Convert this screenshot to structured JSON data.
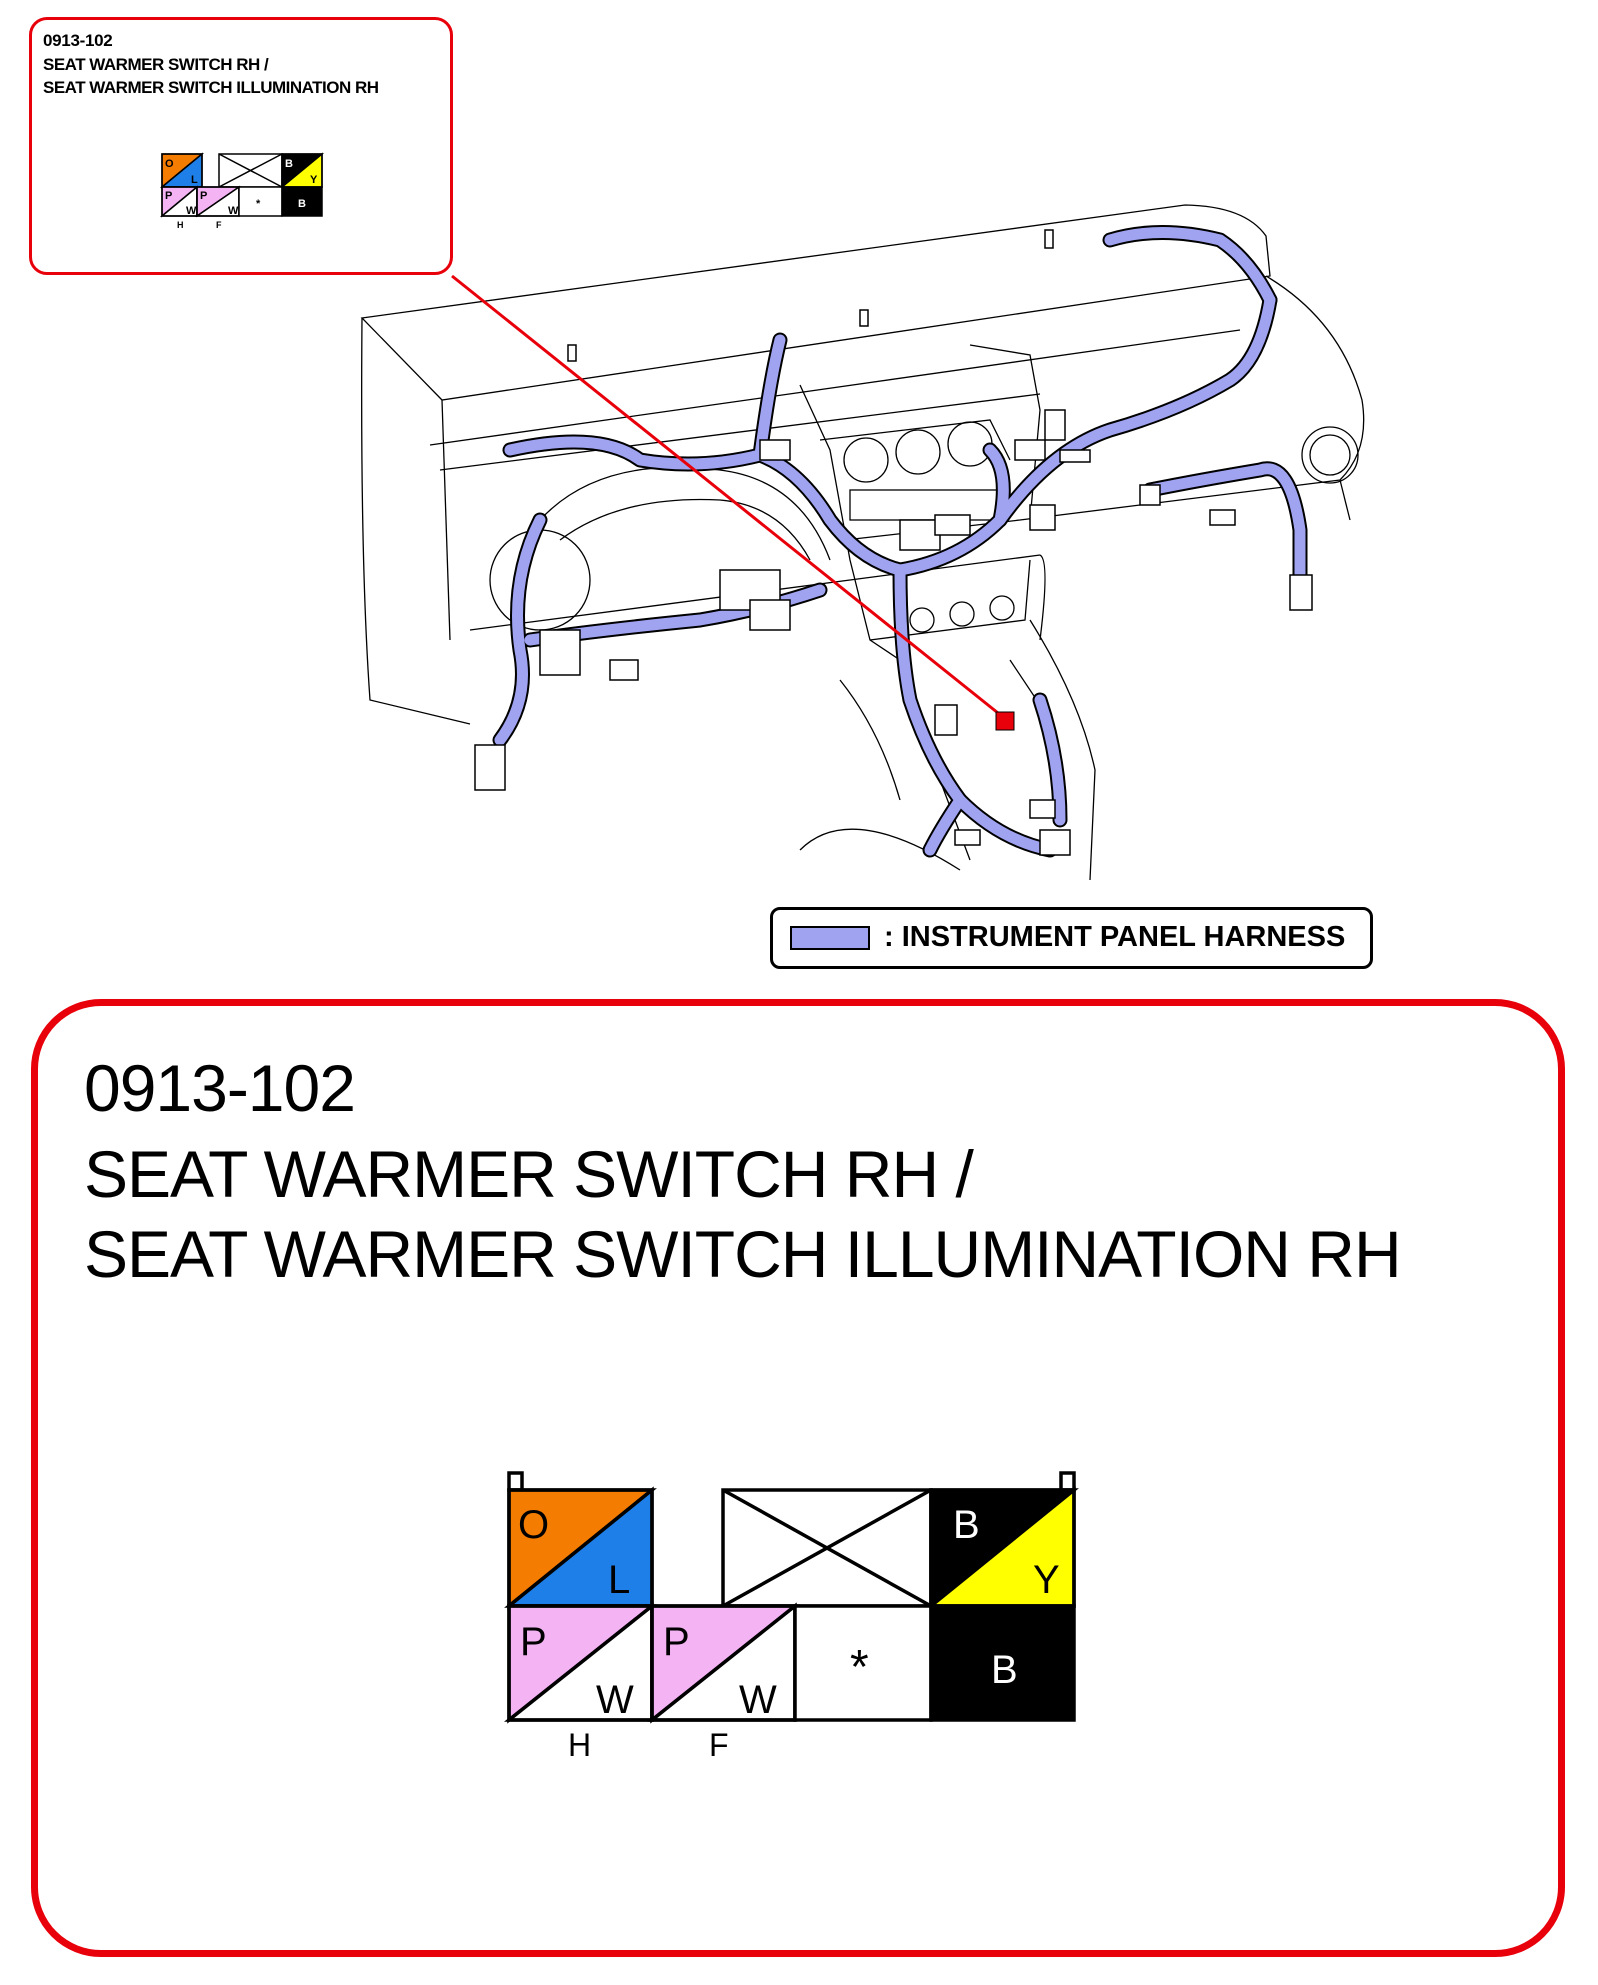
{
  "callout": {
    "code": "0913-102",
    "title_line1": "SEAT WARMER SWITCH RH /",
    "title_line2": "SEAT WARMER SWITCH ILLUMINATION RH"
  },
  "legend": {
    "label": ": INSTRUMENT PANEL HARNESS",
    "swatch_color": "#9fa3f0"
  },
  "detail": {
    "code": "0913-102",
    "title_line1": "SEAT WARMER SWITCH RH /",
    "title_line2": "SEAT WARMER SWITCH ILLUMINATION RH"
  },
  "connector": {
    "terminals": [
      {
        "row": 1,
        "col": 1,
        "upper": "O",
        "lower": "L",
        "upper_color": "#f47c00",
        "lower_color": "#1f7fe8"
      },
      {
        "row": 1,
        "col": 2,
        "empty": true
      },
      {
        "row": 1,
        "col": 3,
        "blank": true
      },
      {
        "row": 1,
        "col": 4,
        "blank": true
      },
      {
        "row": 1,
        "col": 5,
        "upper": "B",
        "lower": "Y",
        "upper_color": "#000000",
        "lower_color": "#ffff00"
      },
      {
        "row": 2,
        "col": 1,
        "upper": "P",
        "lower": "W",
        "upper_color": "#f4b4f4",
        "lower_color": "#ffffff"
      },
      {
        "row": 2,
        "col": 2,
        "upper": "P",
        "lower": "W",
        "upper_color": "#f4b4f4",
        "lower_color": "#ffffff"
      },
      {
        "row": 2,
        "col": 3,
        "symbol": "*",
        "fill": "#ffffff"
      },
      {
        "row": 2,
        "col": 4,
        "solid": "B",
        "fill": "#000000"
      }
    ],
    "bottom_labels": [
      "H",
      "F"
    ]
  },
  "colors": {
    "border_red": "#e8000b",
    "harness": "#9fa3f0",
    "locator": "#e8000b"
  }
}
